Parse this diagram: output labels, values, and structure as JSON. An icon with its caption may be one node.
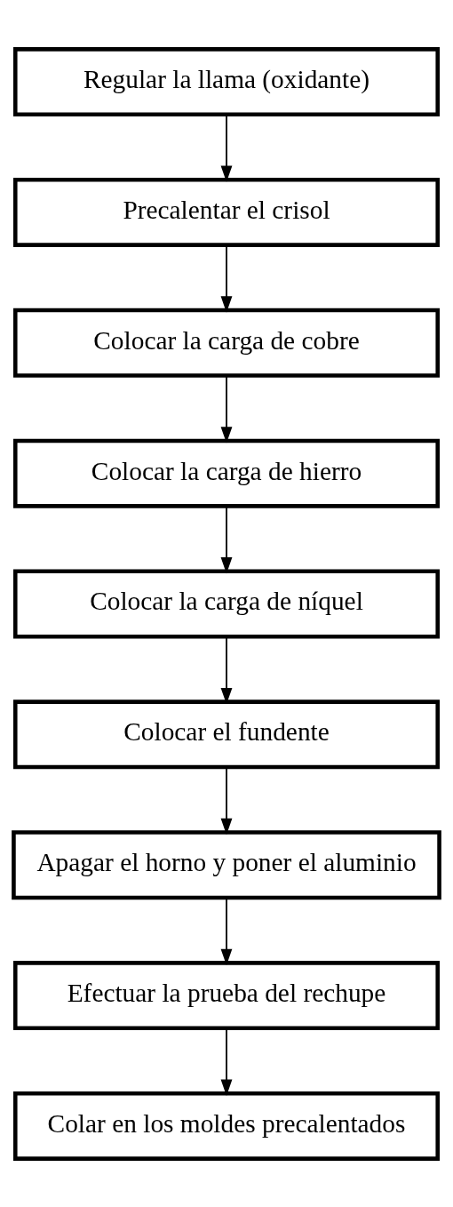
{
  "diagram": {
    "nodes": [
      {
        "text": [
          "Regular la llama (oxidante)"
        ]
      },
      {
        "text": [
          "Precalentar el crisol"
        ]
      },
      {
        "text": [
          "Colocar la carga de cobre"
        ]
      },
      {
        "text": [
          "Colocar la carga de hierro"
        ]
      },
      {
        "text": [
          "Colocar la carga de níquel"
        ]
      },
      {
        "text": [
          "Colocar el fundente"
        ]
      },
      {
        "text": [
          "Apagar el horno y poner el aluminio"
        ]
      },
      {
        "text": [
          "Efectuar la prueba del rechupe"
        ]
      },
      {
        "text": [
          "Colar en los moldes precalentados"
        ]
      }
    ],
    "edges": [
      {
        "from": 0,
        "to": 1,
        "arrow": "to"
      },
      {
        "from": 1,
        "to": 2,
        "arrow": "to"
      },
      {
        "from": 2,
        "to": 3,
        "arrow": "to"
      },
      {
        "from": 3,
        "to": 4,
        "arrow": "to"
      },
      {
        "from": 4,
        "to": 5,
        "arrow": "to"
      },
      {
        "from": 5,
        "to": 6,
        "arrow": "to"
      },
      {
        "from": 6,
        "to": 7,
        "arrow": "to"
      },
      {
        "from": 7,
        "to": 8,
        "arrow": "to"
      }
    ]
  }
}
